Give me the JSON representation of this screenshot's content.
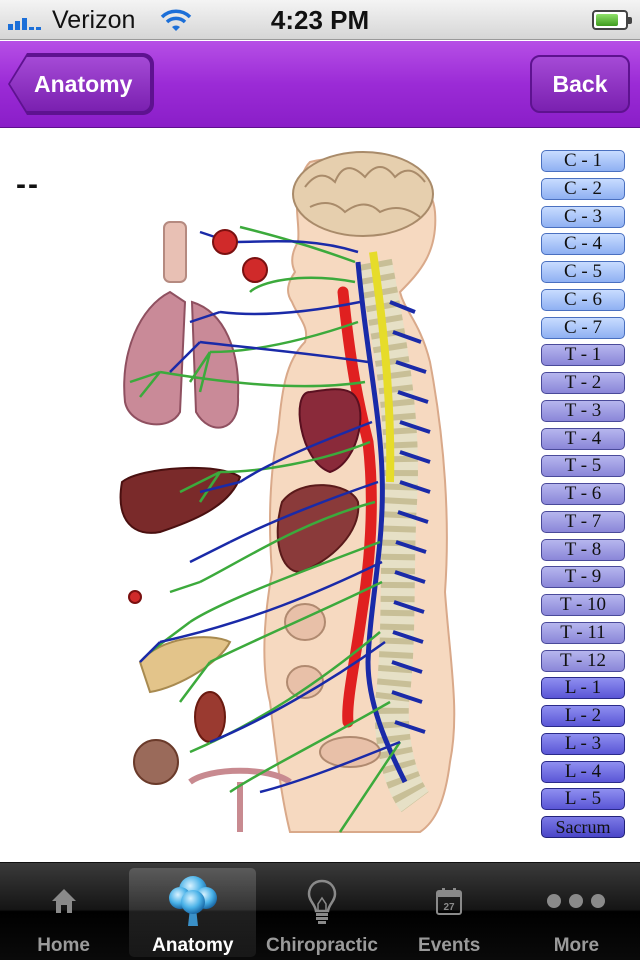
{
  "status": {
    "carrier": "Verizon",
    "time": "4:23 PM"
  },
  "nav": {
    "back_arrow_label": "Anatomy",
    "back_label": "Back"
  },
  "content": {
    "selected_readout": "--",
    "vertebrae": [
      {
        "label": "C - 1",
        "group": "c"
      },
      {
        "label": "C - 2",
        "group": "c"
      },
      {
        "label": "C - 3",
        "group": "c"
      },
      {
        "label": "C - 4",
        "group": "c"
      },
      {
        "label": "C - 5",
        "group": "c"
      },
      {
        "label": "C - 6",
        "group": "c"
      },
      {
        "label": "C - 7",
        "group": "c"
      },
      {
        "label": "T - 1",
        "group": "t"
      },
      {
        "label": "T - 2",
        "group": "t"
      },
      {
        "label": "T - 3",
        "group": "t"
      },
      {
        "label": "T - 4",
        "group": "t"
      },
      {
        "label": "T - 5",
        "group": "t"
      },
      {
        "label": "T - 6",
        "group": "t"
      },
      {
        "label": "T - 7",
        "group": "t"
      },
      {
        "label": "T - 8",
        "group": "t"
      },
      {
        "label": "T - 9",
        "group": "t"
      },
      {
        "label": "T - 10",
        "group": "t"
      },
      {
        "label": "T - 11",
        "group": "t"
      },
      {
        "label": "T - 12",
        "group": "t"
      },
      {
        "label": "L - 1",
        "group": "l"
      },
      {
        "label": "L - 2",
        "group": "l"
      },
      {
        "label": "L - 3",
        "group": "l"
      },
      {
        "label": "L - 4",
        "group": "l"
      },
      {
        "label": "L - 5",
        "group": "l"
      },
      {
        "label": "Sacrum",
        "group": "s"
      }
    ]
  },
  "tabs": [
    {
      "label": "Home",
      "icon": "home-icon"
    },
    {
      "label": "Anatomy",
      "icon": "tree-icon",
      "active": true
    },
    {
      "label": "Chiropractic",
      "icon": "lightbulb-icon"
    },
    {
      "label": "Events",
      "icon": "calendar-icon",
      "calendar_day": "27"
    },
    {
      "label": "More",
      "icon": "more-dots-icon"
    }
  ],
  "colors": {
    "nav_purple": "#9b2bd6",
    "nerve_green": "#3caa3c",
    "nerve_blue": "#1a2aa8",
    "artery_red": "#e02020"
  }
}
